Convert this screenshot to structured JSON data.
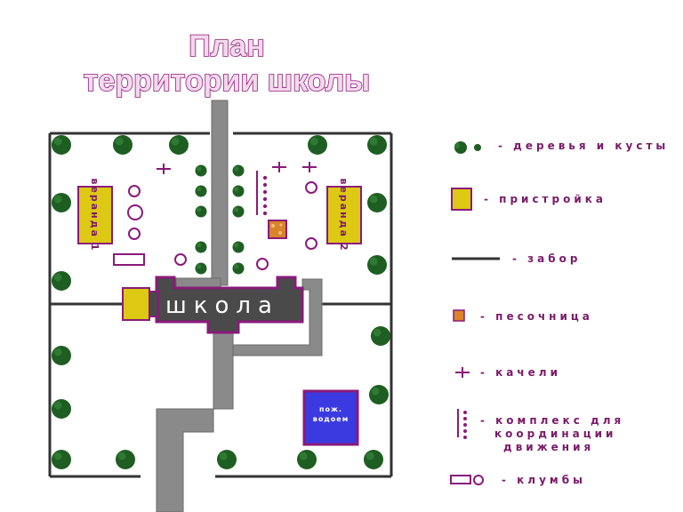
{
  "title": {
    "line1": "План",
    "line2": "территории школы"
  },
  "labels": {
    "school": "школа",
    "veranda_1": "веранда 1",
    "veranda_2": "веранда 2",
    "pond": [
      "пож.",
      "водоем"
    ]
  },
  "legend": {
    "trees": "- деревья и кусты",
    "annex": "- пристройка",
    "fence": "- забор",
    "sandbox": "- песочница",
    "swings": "- качели",
    "complex": [
      "- комплекс для",
      "координации",
      "движения"
    ],
    "flowerbeds": "- клумбы"
  },
  "colors": {
    "tree": "#1e5e22",
    "path": "#8a8a8a",
    "school": "#4a4a4a",
    "outline": "#8a1a7a",
    "annex": "#ddc813",
    "pond": "#3a3ae0",
    "fence": "#333333"
  }
}
